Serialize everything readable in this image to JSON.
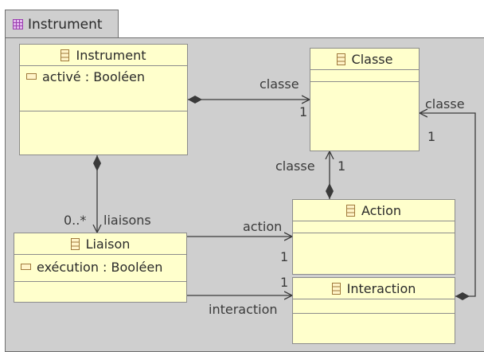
{
  "package": {
    "name": "Instrument"
  },
  "classes": {
    "instrument": {
      "name": "Instrument",
      "attribute": "activé : Booléen"
    },
    "classe": {
      "name": "Classe"
    },
    "action": {
      "name": "Action"
    },
    "liaison": {
      "name": "Liaison",
      "attribute": "exécution : Booléen"
    },
    "interaction": {
      "name": "Interaction"
    }
  },
  "associations": {
    "instrument_classe": {
      "role": "classe",
      "multiplicity": "1"
    },
    "instrument_liaisons": {
      "role": "liaisons",
      "multiplicity": "0..*"
    },
    "action_classe": {
      "role": "classe",
      "multiplicity": "1"
    },
    "liaison_action": {
      "role": "action",
      "multiplicity": "1"
    },
    "liaison_interaction": {
      "role": "interaction",
      "multiplicity": "1"
    },
    "interaction_classe": {
      "role": "classe",
      "multiplicity": "1"
    }
  },
  "colors": {
    "class_fill": "#ffffcc",
    "class_border": "#8c8c8c",
    "package_fill": "#cfcfcf",
    "package_icon": "#9b3fb0",
    "class_icon": "#a07a3c"
  }
}
